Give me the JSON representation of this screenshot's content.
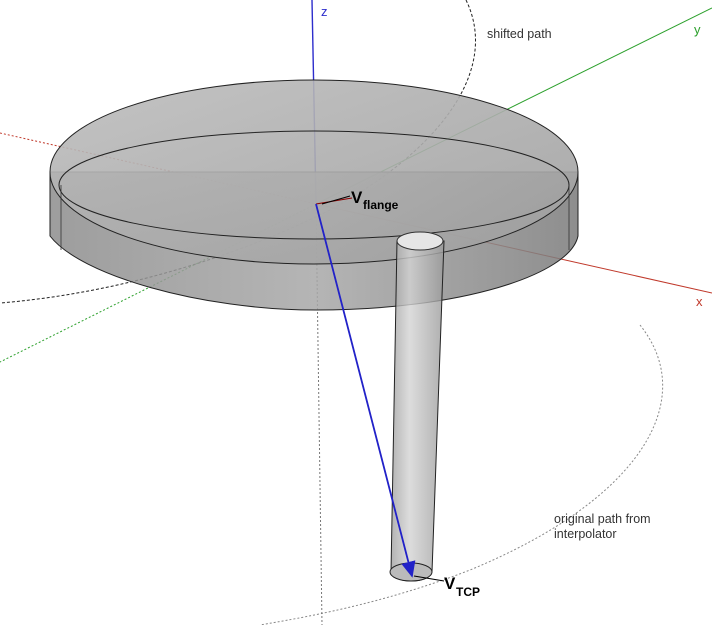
{
  "axes": {
    "x": {
      "label": "x",
      "color": "#c0392b"
    },
    "y": {
      "label": "y",
      "color": "#2ca02c"
    },
    "z": {
      "label": "z",
      "color": "#2d2dcc"
    }
  },
  "annotations": {
    "shifted_path": "shifted path",
    "original_path_line1": "original path from",
    "original_path_line2": "interpolator"
  },
  "vectors": {
    "flange": {
      "main": "V",
      "sub": "flange"
    },
    "tcp": {
      "main": "V",
      "sub": "TCP"
    }
  },
  "colors": {
    "disk_fill": "#a9a9a9",
    "tool_fill": "#b5b5b5",
    "vector": "#2222c8"
  }
}
